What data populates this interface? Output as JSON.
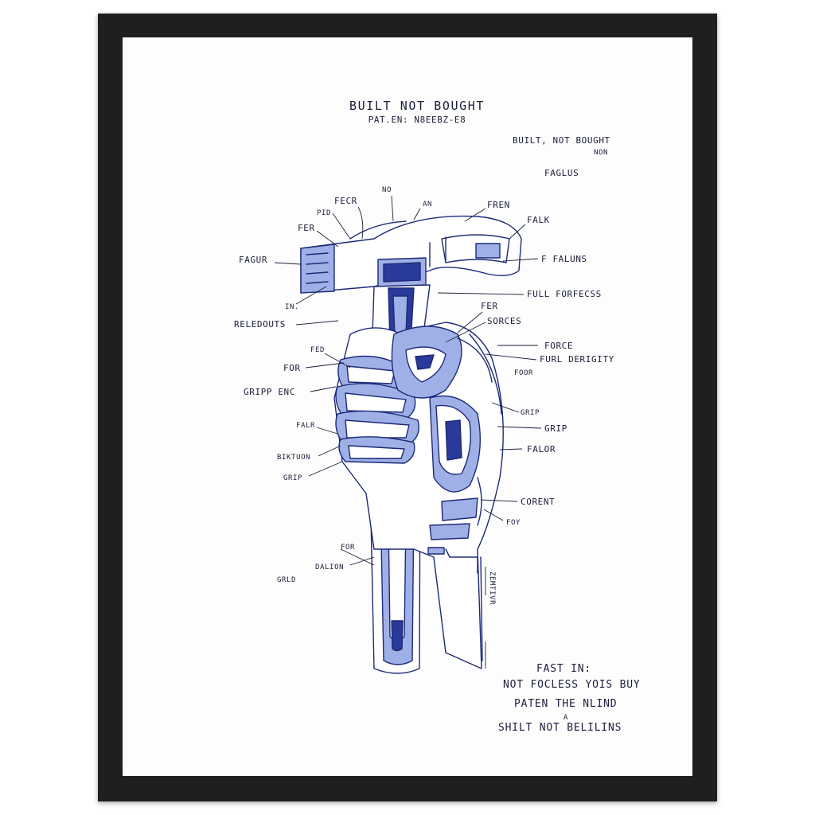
{
  "title": "BUILT NOT BOUGHT",
  "subtitle": "PAT.EN:   N8EEBZ-E8",
  "top_right": {
    "line1": "BUILT, NOT BOUGHT",
    "line2": "NON",
    "line3": "FAGLUS"
  },
  "labels": {
    "fecr": "FECR",
    "no": "NO",
    "an": "AN",
    "fren": "FREN",
    "pid": "PID",
    "falk": "FALK",
    "fer_top": "FER",
    "fagur": "FAGUR",
    "f_faluns": "F FALUNS",
    "in": "IN.",
    "full_forfecss": "FULL FORFECSS",
    "fer_mid": "FER",
    "relebouts": "RELEDOUTS",
    "sorces": "SORCES",
    "force": "FORCE",
    "furl_derigity": "FURL DERIGITY",
    "fed": "FED",
    "foor": "FOOR",
    "for_left": "FOR",
    "gripp_enc": "GRIPP ENC",
    "grip_small": "GRIP",
    "grip_right": "GRIP",
    "falr": "FALR",
    "falor": "FALOR",
    "biktuon": "BIKTUON",
    "grip_left": "GRIP",
    "corent": "CORENT",
    "foy": "FOY",
    "for_low": "FOR",
    "dalion": "DALION",
    "grld": "GRLD",
    "zemtivr": "ZEMTIVR"
  },
  "bottom_note": {
    "line1": "FAST IN:",
    "line2": "NOT FOCLESS YOIS BUY",
    "line3": "PATEN THE NLIND",
    "line4": "A",
    "line5": "SHILT NOT BELILINS"
  },
  "colors": {
    "frame": "#1f1f1f",
    "ink": "#1d2a78",
    "light_blue": "#9fb0e6",
    "text": "#1b1f3a"
  }
}
